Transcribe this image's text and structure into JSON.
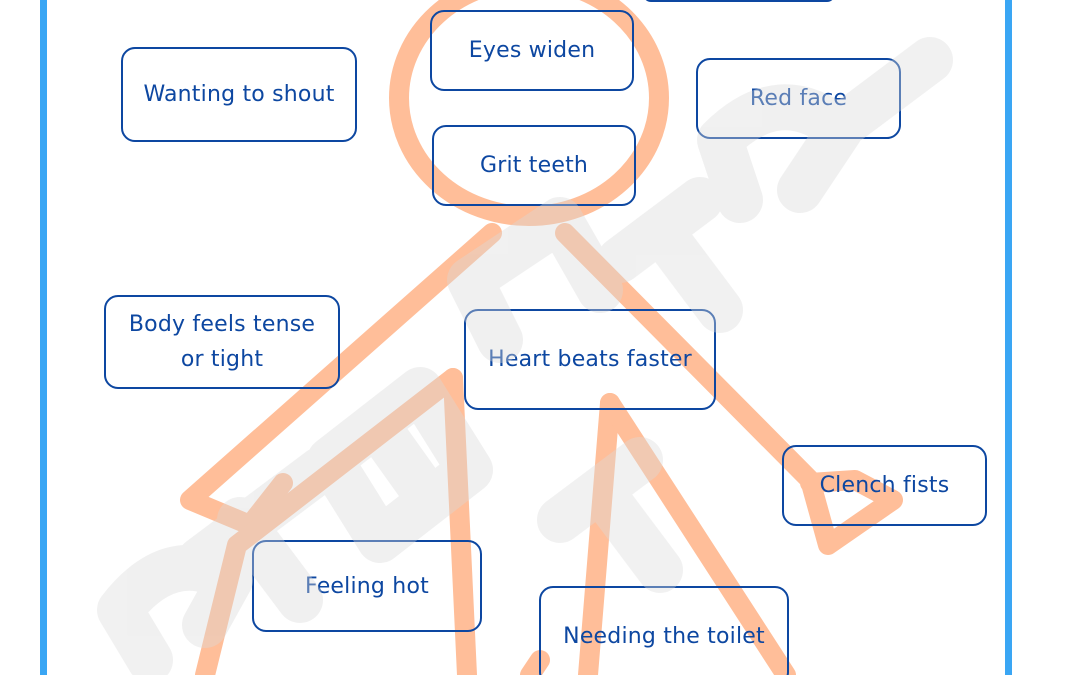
{
  "colors": {
    "frame": "#3aa6f4",
    "box_border": "#0d47a1",
    "text": "#0d47a1",
    "figure": "#ffbe99",
    "watermark": "#d9d9d9"
  },
  "labels": {
    "wanting_to_shout": "Wanting to shout",
    "eyes_widen": "Eyes widen",
    "red_face": "Red face",
    "grit_teeth": "Grit teeth",
    "body_tense": "Body feels tense\nor tight",
    "heart_faster": "Heart beats faster",
    "clench_fists": "Clench fists",
    "feeling_hot": "Feeling hot",
    "needing_toilet": "Needing the toilet"
  },
  "icons": {
    "figure": "stick-figure-icon",
    "watermark": "watermark-logo"
  }
}
